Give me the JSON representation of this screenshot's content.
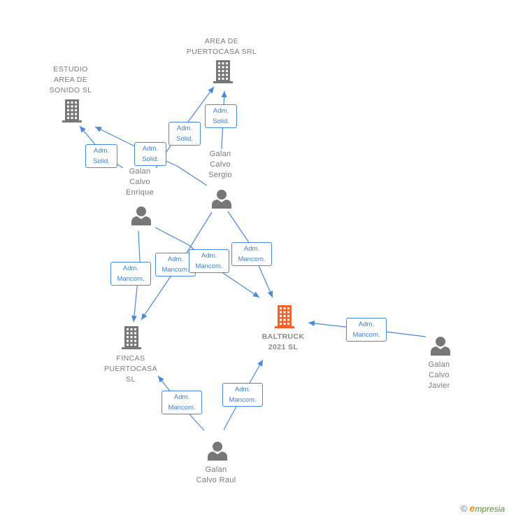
{
  "colors": {
    "edge": "#4a89d8",
    "node": "#777777",
    "focus": "#f0632f",
    "label": "#7a7a7a"
  },
  "companies": [
    {
      "id": "area",
      "label": "AREA DE\nPUERTOCASA SRL",
      "focus": false
    },
    {
      "id": "estudio",
      "label": "ESTUDIO\nAREA DE\nSONIDO  SL",
      "focus": false
    },
    {
      "id": "fincas",
      "label": "FINCAS\nPUERTOCASA\nSL",
      "focus": false
    },
    {
      "id": "baltruck",
      "label": "BALTRUCK\n2021  SL",
      "focus": true
    }
  ],
  "persons": [
    {
      "id": "sergio",
      "label": "Galan\nCalvo\nSergio"
    },
    {
      "id": "enrique",
      "label": "Galan\nCalvo\nEnrique"
    },
    {
      "id": "javier",
      "label": "Galan\nCalvo\nJavier"
    },
    {
      "id": "raul",
      "label": "Galan\nCalvo Raul"
    }
  ],
  "relations": [
    {
      "from": "sergio",
      "to": "area",
      "label": "Adm.\nSolid."
    },
    {
      "from": "enrique",
      "to": "area",
      "label": "Adm.\nSolid."
    },
    {
      "from": "enrique",
      "to": "estudio",
      "label": "Adm.\nSolid."
    },
    {
      "from": "sergio",
      "to": "estudio",
      "label": "Adm.\nSolid."
    },
    {
      "from": "enrique",
      "to": "fincas",
      "label": "Adm.\nMancom."
    },
    {
      "from": "sergio",
      "to": "fincas",
      "label": "Adm.\nMancom."
    },
    {
      "from": "enrique",
      "to": "baltruck",
      "label": "Adm.\nMancom."
    },
    {
      "from": "sergio",
      "to": "baltruck",
      "label": "Adm.\nMancom."
    },
    {
      "from": "javier",
      "to": "baltruck",
      "label": "Adm.\nMancom."
    },
    {
      "from": "raul",
      "to": "fincas",
      "label": "Adm.\nMancom."
    },
    {
      "from": "raul",
      "to": "baltruck",
      "label": "Adm.\nMancom."
    }
  ],
  "icons": {
    "company": "building-icon",
    "person": "person-icon"
  },
  "brand": {
    "copyright": "©",
    "initial": "e",
    "name": "mpresia"
  }
}
